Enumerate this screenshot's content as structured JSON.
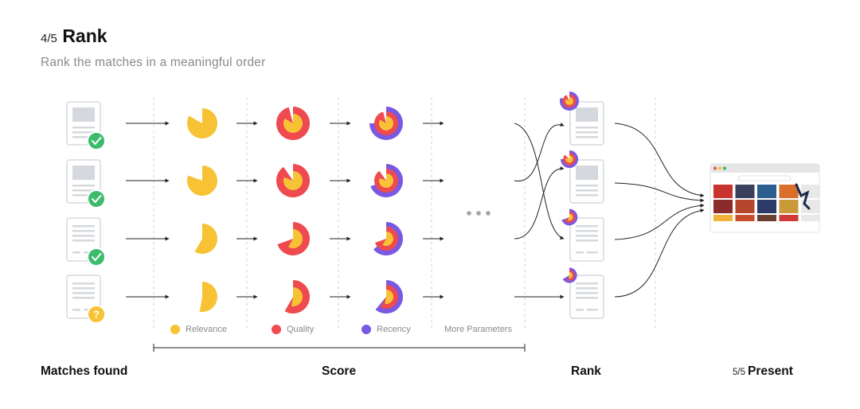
{
  "header": {
    "step": "4/5",
    "title": "Rank",
    "subtitle": "Rank the matches in a meaningful order"
  },
  "labels": {
    "matches_found": "Matches found",
    "score": "Score",
    "rank": "Rank",
    "present_prefix": "5/5",
    "present": "Present"
  },
  "legend": [
    {
      "name": "Relevance",
      "color": "#F7C335"
    },
    {
      "name": "Quality",
      "color": "#EE4A4F"
    },
    {
      "name": "Recency",
      "color": "#7A59E2"
    },
    {
      "name": "More Parameters",
      "color": ""
    }
  ],
  "colors": {
    "relevance": "#F7C335",
    "quality": "#EE4A4F",
    "recency": "#7A59E2",
    "check": "#3DBB6B",
    "question": "#F7C335"
  },
  "documents": [
    {
      "status": "check",
      "style": "image"
    },
    {
      "status": "check",
      "style": "image"
    },
    {
      "status": "check",
      "style": "text"
    },
    {
      "status": "question",
      "style": "text"
    }
  ],
  "status_glyphs": {
    "question": "?"
  }
}
